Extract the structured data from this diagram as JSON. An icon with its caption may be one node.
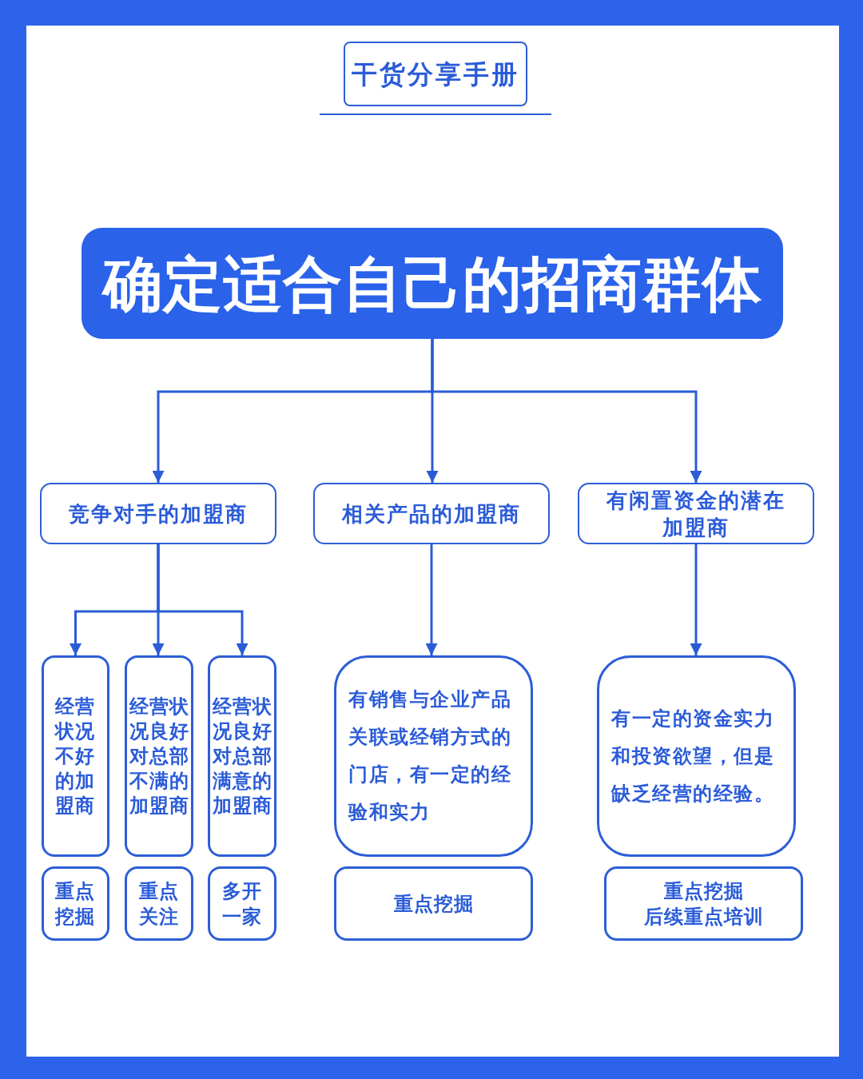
{
  "diagram": {
    "nodes": [
      {
        "text": [
          "干货分享手册"
        ]
      },
      {
        "text": [
          "确定适合自己的招商群体"
        ]
      },
      {
        "text": [
          "竞争对手的加盟商"
        ]
      },
      {
        "text": [
          "相关产品的加盟商"
        ]
      },
      {
        "text": [
          "有闲置资金的潜在加盟商"
        ]
      },
      {
        "text": [
          "经营状况不好的加盟商"
        ]
      },
      {
        "text": [
          "经营状况良好对总部不满的加盟商"
        ]
      },
      {
        "text": [
          "经营状况良好对总部满意的加盟商"
        ]
      },
      {
        "text": [
          "有销售与企业产品关联或经销方式的门店，有一定的经验和实力"
        ]
      },
      {
        "text": [
          "有一定的资金实力和投资欲望，但是缺乏经营的经验。"
        ]
      },
      {
        "text": [
          "重点挖掘"
        ]
      },
      {
        "text": [
          "重点关注"
        ]
      },
      {
        "text": [
          "多开一家"
        ]
      },
      {
        "text": [
          "重点挖掘"
        ]
      },
      {
        "text": [
          "重点挖掘",
          "后续重点培训"
        ]
      }
    ],
    "edges": [
      {
        "from": 1,
        "to": 2,
        "arrow": "to"
      },
      {
        "from": 1,
        "to": 3,
        "arrow": "to"
      },
      {
        "from": 1,
        "to": 4,
        "arrow": "to"
      },
      {
        "from": 2,
        "to": 5,
        "arrow": "to"
      },
      {
        "from": 2,
        "to": 6,
        "arrow": "to"
      },
      {
        "from": 2,
        "to": 7,
        "arrow": "to"
      },
      {
        "from": 3,
        "to": 8,
        "arrow": "to"
      },
      {
        "from": 4,
        "to": 9,
        "arrow": "to"
      }
    ]
  }
}
